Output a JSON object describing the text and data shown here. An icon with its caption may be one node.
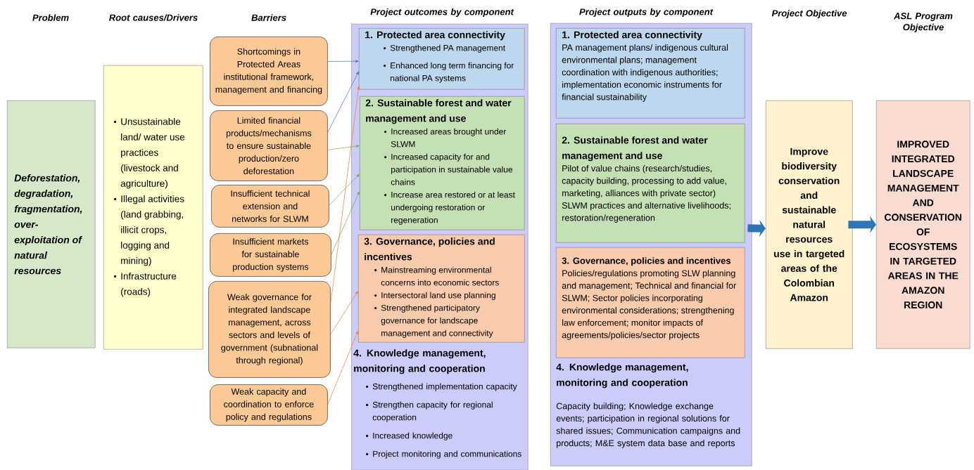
{
  "diagram": {
    "nodes": [
      {
        "text": [
          "Deforestation, degradation, fragmentation, over-exploitation of natural resources"
        ]
      },
      {
        "text": [
          "Unsustainable land/ water use practices (livestock and agriculture)",
          "Illegal activities (land grabbing, illicit crops, logging and mining)",
          "Infrastructure (roads)"
        ]
      },
      {
        "text": [
          "Shortcomings in Protected Areas institutional framework, management and financing"
        ]
      },
      {
        "text": [
          "Limited financial products/mechanisms to ensure sustainable production/zero deforestation"
        ]
      },
      {
        "text": [
          "Insufficient technical extension and networks for SLWM"
        ]
      },
      {
        "text": [
          "Insufficient markets for sustainable production systems"
        ]
      },
      {
        "text": [
          "Weak governance for integrated landscape management, across sectors and levels of government (subnational through regional)"
        ]
      },
      {
        "text": [
          "Weak capacity and coordination to enforce policy and regulations"
        ]
      },
      {
        "text": [
          "4. Knowledge management, monitoring and cooperation",
          "Strengthened implementation capacity",
          "Strengthen capacity for regional cooperation",
          "Increased knowledge",
          "Project monitoring and communications"
        ]
      },
      {
        "text": [
          "1. Protected area connectivity",
          "Strengthened PA management",
          "Enhanced long term financing for national PA systems"
        ],
        "in": 8
      },
      {
        "text": [
          "2. Sustainable forest and water management and use",
          "Increased areas brought under SLWM",
          "Increased capacity for and participation in sustainable value chains",
          " Increase area restored or at least undergoing restoration or regeneration"
        ],
        "in": 8
      },
      {
        "text": [
          "3. Governance, policies and incentives",
          "Mainstreaming environmental concerns into economic sectors",
          "Intersectoral land use planning",
          "Strengthened participatory governance for landscape management and connectivity"
        ],
        "in": 8
      },
      {
        "text": [
          "4. Knowledge management, monitoring and cooperation",
          "Capacity building; Knowledge exchange events; participation in regional solutions for shared issues; Communication campaigns and products; M&E system data base and reports"
        ]
      },
      {
        "text": [
          "1. Protected area connectivity",
          "PA management plans/ indigenous cultural environmental plans; management coordination with indigenous authorities; implementation economic instruments for financial sustainability"
        ],
        "in": 12
      },
      {
        "text": [
          "2. Sustainable forest and water management and use",
          "Pilot of value chains (research/studies, capacity building, processing to add value, marketing, alliances with private sector) SLWM practices and alternative livelihoods; restoration/regeneration"
        ],
        "in": 12
      },
      {
        "text": [
          "3. Governance, policies and incentives",
          "Policies/regulations promoting SLW planning and management; Technical and financial for SLWM; Sector policies incorporating environmental considerations; strengthening law enforcement; monitor impacts of agreements/policies/sector projects"
        ],
        "in": 12
      },
      {
        "text": [
          "Improve biodiversity conservation and sustainable natural resources use in targeted areas of the Colombian Amazon"
        ]
      },
      {
        "text": [
          "IMPROVED INTEGRATED LANDSCAPE MANAGEMENT AND CONSERVATION OF ECOSYSTEMS IN TARGETED AREAS IN THE AMAZON REGION"
        ]
      }
    ],
    "edges": [
      {
        "from": 2,
        "to": 9,
        "arrow": "to",
        "color": "#4472c4"
      },
      {
        "from": 3,
        "to": 9,
        "arrow": "to",
        "color": "#4472c4"
      },
      {
        "from": 3,
        "to": 10,
        "arrow": "to",
        "color": "#70ad47"
      },
      {
        "from": 4,
        "to": 10,
        "arrow": "to",
        "color": "#70ad47"
      },
      {
        "from": 5,
        "to": 10,
        "arrow": "to",
        "color": "#70ad47"
      },
      {
        "from": 6,
        "to": 9,
        "arrow": "to",
        "color": "#ed7d31"
      },
      {
        "from": 6,
        "to": 11,
        "arrow": "to",
        "color": "#ed7d31"
      },
      {
        "from": 7,
        "to": 11,
        "arrow": "to",
        "color": "#ed7d31"
      },
      {
        "from": 12,
        "to": 16,
        "arrow": "to",
        "style": "thick",
        "color": "#2e75b6"
      },
      {
        "from": 16,
        "to": 17,
        "arrow": "to",
        "style": "thick",
        "color": "#2e75b6"
      }
    ],
    "labels": [
      "Problem",
      "Root causes/Drivers",
      "Barriers",
      "Project outcomes by component",
      "Project outputs by component",
      "Project Objective",
      "ASL Program Objective"
    ]
  }
}
